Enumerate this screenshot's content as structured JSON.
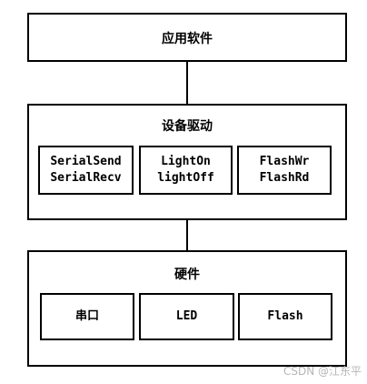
{
  "diagram": {
    "app_layer": {
      "label": "应用软件"
    },
    "driver_layer": {
      "label": "设备驱动",
      "modules": [
        {
          "line1": "SerialSend",
          "line2": "SerialRecv"
        },
        {
          "line1": "LightOn",
          "line2": "lightOff"
        },
        {
          "line1": "FlashWr",
          "line2": "FlashRd"
        }
      ]
    },
    "hardware_layer": {
      "label": "硬件",
      "modules": [
        {
          "label": "串口"
        },
        {
          "label": "LED"
        },
        {
          "label": "Flash"
        }
      ]
    }
  },
  "watermark": "CSDN @江东平"
}
